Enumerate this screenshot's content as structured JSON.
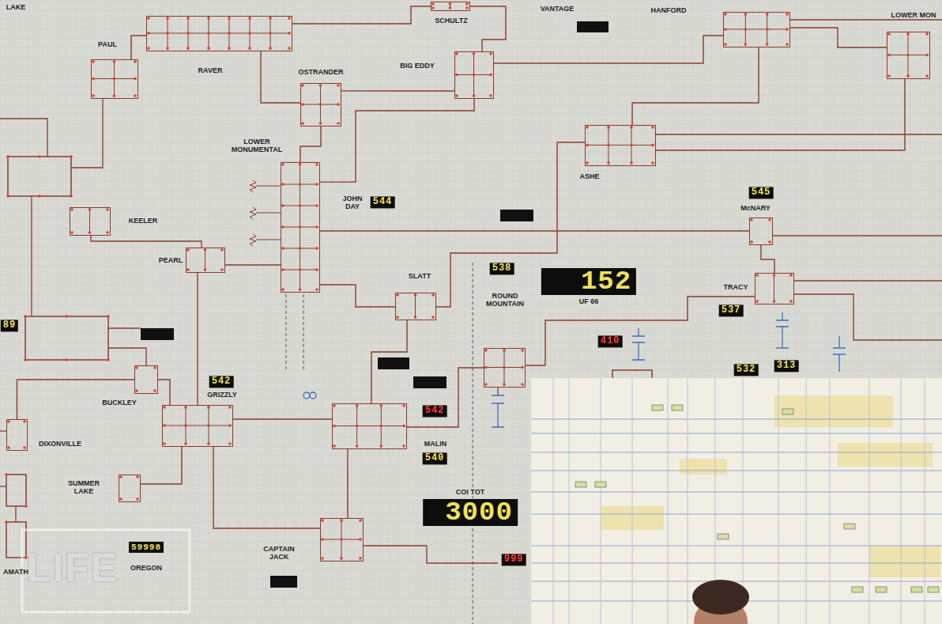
{
  "diagram": {
    "nodes": [
      {
        "text": [
          "RAVER"
        ]
      },
      {
        "text": [
          "SCHULTZ"
        ]
      },
      {
        "text": [
          "HANFORD"
        ]
      },
      {
        "text": [
          "LOWER MON"
        ]
      },
      {
        "text": [
          "PAUL"
        ]
      },
      {
        "text": [
          "BIG EDDY"
        ]
      },
      {
        "text": [
          "OSTRANDER"
        ]
      },
      {
        "text": [
          "ASHE"
        ]
      },
      {
        "text": [
          "JOHN DAY"
        ]
      },
      {
        "text": [
          "McNARY"
        ]
      },
      {
        "text": [
          "KEELER"
        ]
      },
      {
        "text": [
          "PEARL"
        ]
      },
      {
        "text": [
          "SLATT"
        ]
      },
      {
        "text": [
          "TRACY"
        ]
      },
      {
        "text": [
          "ROUND MOUNTAIN"
        ]
      },
      {
        "text": [
          "BUCKLEY"
        ]
      },
      {
        "text": [
          "GRIZZLY"
        ]
      },
      {
        "text": [
          "MALIN"
        ]
      },
      {
        "text": [
          "DIXONVILLE"
        ]
      },
      {
        "text": [
          "SUMMER LAKE"
        ]
      },
      {
        "text": [
          "CAPTAIN JACK"
        ]
      }
    ],
    "edges": [
      {
        "from": 4,
        "to": 0,
        "arrow": "none"
      },
      {
        "from": 0,
        "to": 1,
        "arrow": "none"
      },
      {
        "from": 1,
        "to": 5,
        "arrow": "none"
      },
      {
        "from": 0,
        "to": 6,
        "arrow": "none"
      },
      {
        "from": 6,
        "to": 5,
        "arrow": "none"
      },
      {
        "from": 5,
        "to": 2,
        "arrow": "none"
      },
      {
        "from": 2,
        "to": 3,
        "arrow": "none"
      },
      {
        "from": 2,
        "to": 7,
        "arrow": "none"
      },
      {
        "from": 3,
        "to": 7,
        "arrow": "none"
      },
      {
        "from": 6,
        "to": 8,
        "arrow": "none"
      },
      {
        "from": 5,
        "to": 8,
        "arrow": "none"
      },
      {
        "from": 7,
        "to": 12,
        "arrow": "none"
      },
      {
        "from": 8,
        "to": 9,
        "arrow": "none"
      },
      {
        "from": 9,
        "to": 13,
        "arrow": "none"
      },
      {
        "from": 10,
        "to": 11,
        "arrow": "none"
      },
      {
        "from": 11,
        "to": 8,
        "arrow": "none"
      },
      {
        "from": 8,
        "to": 12,
        "arrow": "none"
      },
      {
        "from": 13,
        "to": 14,
        "arrow": "none"
      },
      {
        "from": 11,
        "to": 16,
        "arrow": "none"
      },
      {
        "from": 15,
        "to": 16,
        "arrow": "none"
      },
      {
        "from": 18,
        "to": 15,
        "arrow": "none"
      },
      {
        "from": 12,
        "to": 17,
        "arrow": "none"
      },
      {
        "from": 14,
        "to": 17,
        "arrow": "none"
      },
      {
        "from": 16,
        "to": 17,
        "arrow": "none"
      },
      {
        "from": 19,
        "to": 16,
        "arrow": "none"
      },
      {
        "from": 20,
        "to": 17,
        "arrow": "none"
      },
      {
        "from": 20,
        "to": 16,
        "arrow": "none"
      }
    ],
    "labels": [
      "LAKE",
      "VANTAGE",
      "LOWER MONUMENTAL",
      "544",
      "545",
      "538",
      "152",
      "UF 66",
      "410",
      "537",
      "532",
      "313",
      "542",
      "542",
      "540",
      "COI TOT",
      "3000",
      "59998",
      "OREGON",
      "LIFE",
      "999",
      "89",
      "AMATH"
    ]
  }
}
